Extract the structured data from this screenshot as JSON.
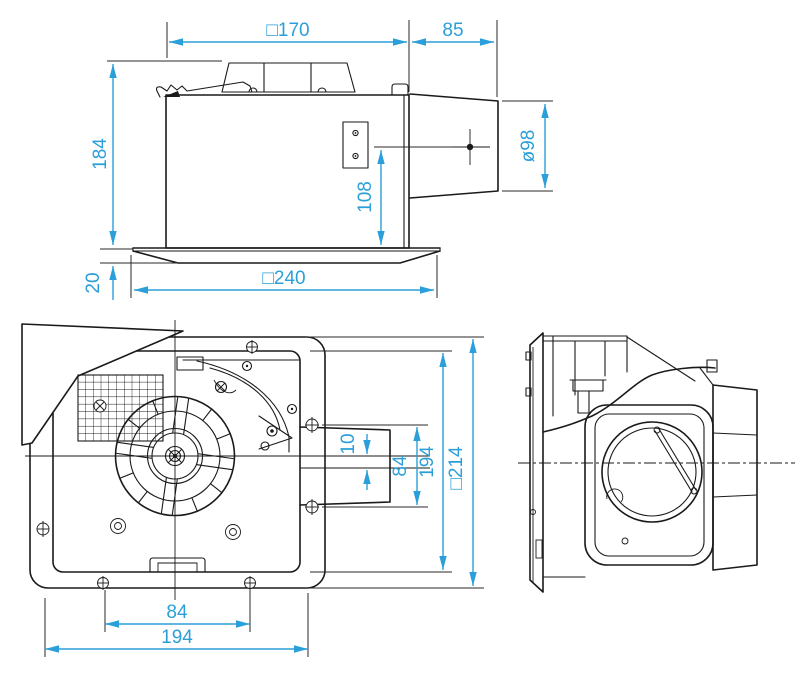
{
  "colors": {
    "dimension": "#2B9FD9",
    "linework": "#1a1a1a",
    "background": "#ffffff"
  },
  "views": {
    "front": {
      "dims": {
        "body_width_top": "□170",
        "duct_length": "85",
        "body_height": "184",
        "panel_thickness": "20",
        "panel_width": "□240",
        "duct_center_height": "108",
        "duct_diameter": "ø98"
      }
    },
    "bottom": {
      "dims": {
        "center_offset": "10",
        "outlet_width": "84",
        "body_depth": "194",
        "panel_depth": "□214",
        "screw_pitch": "84",
        "mount_pitch": "194"
      }
    }
  }
}
